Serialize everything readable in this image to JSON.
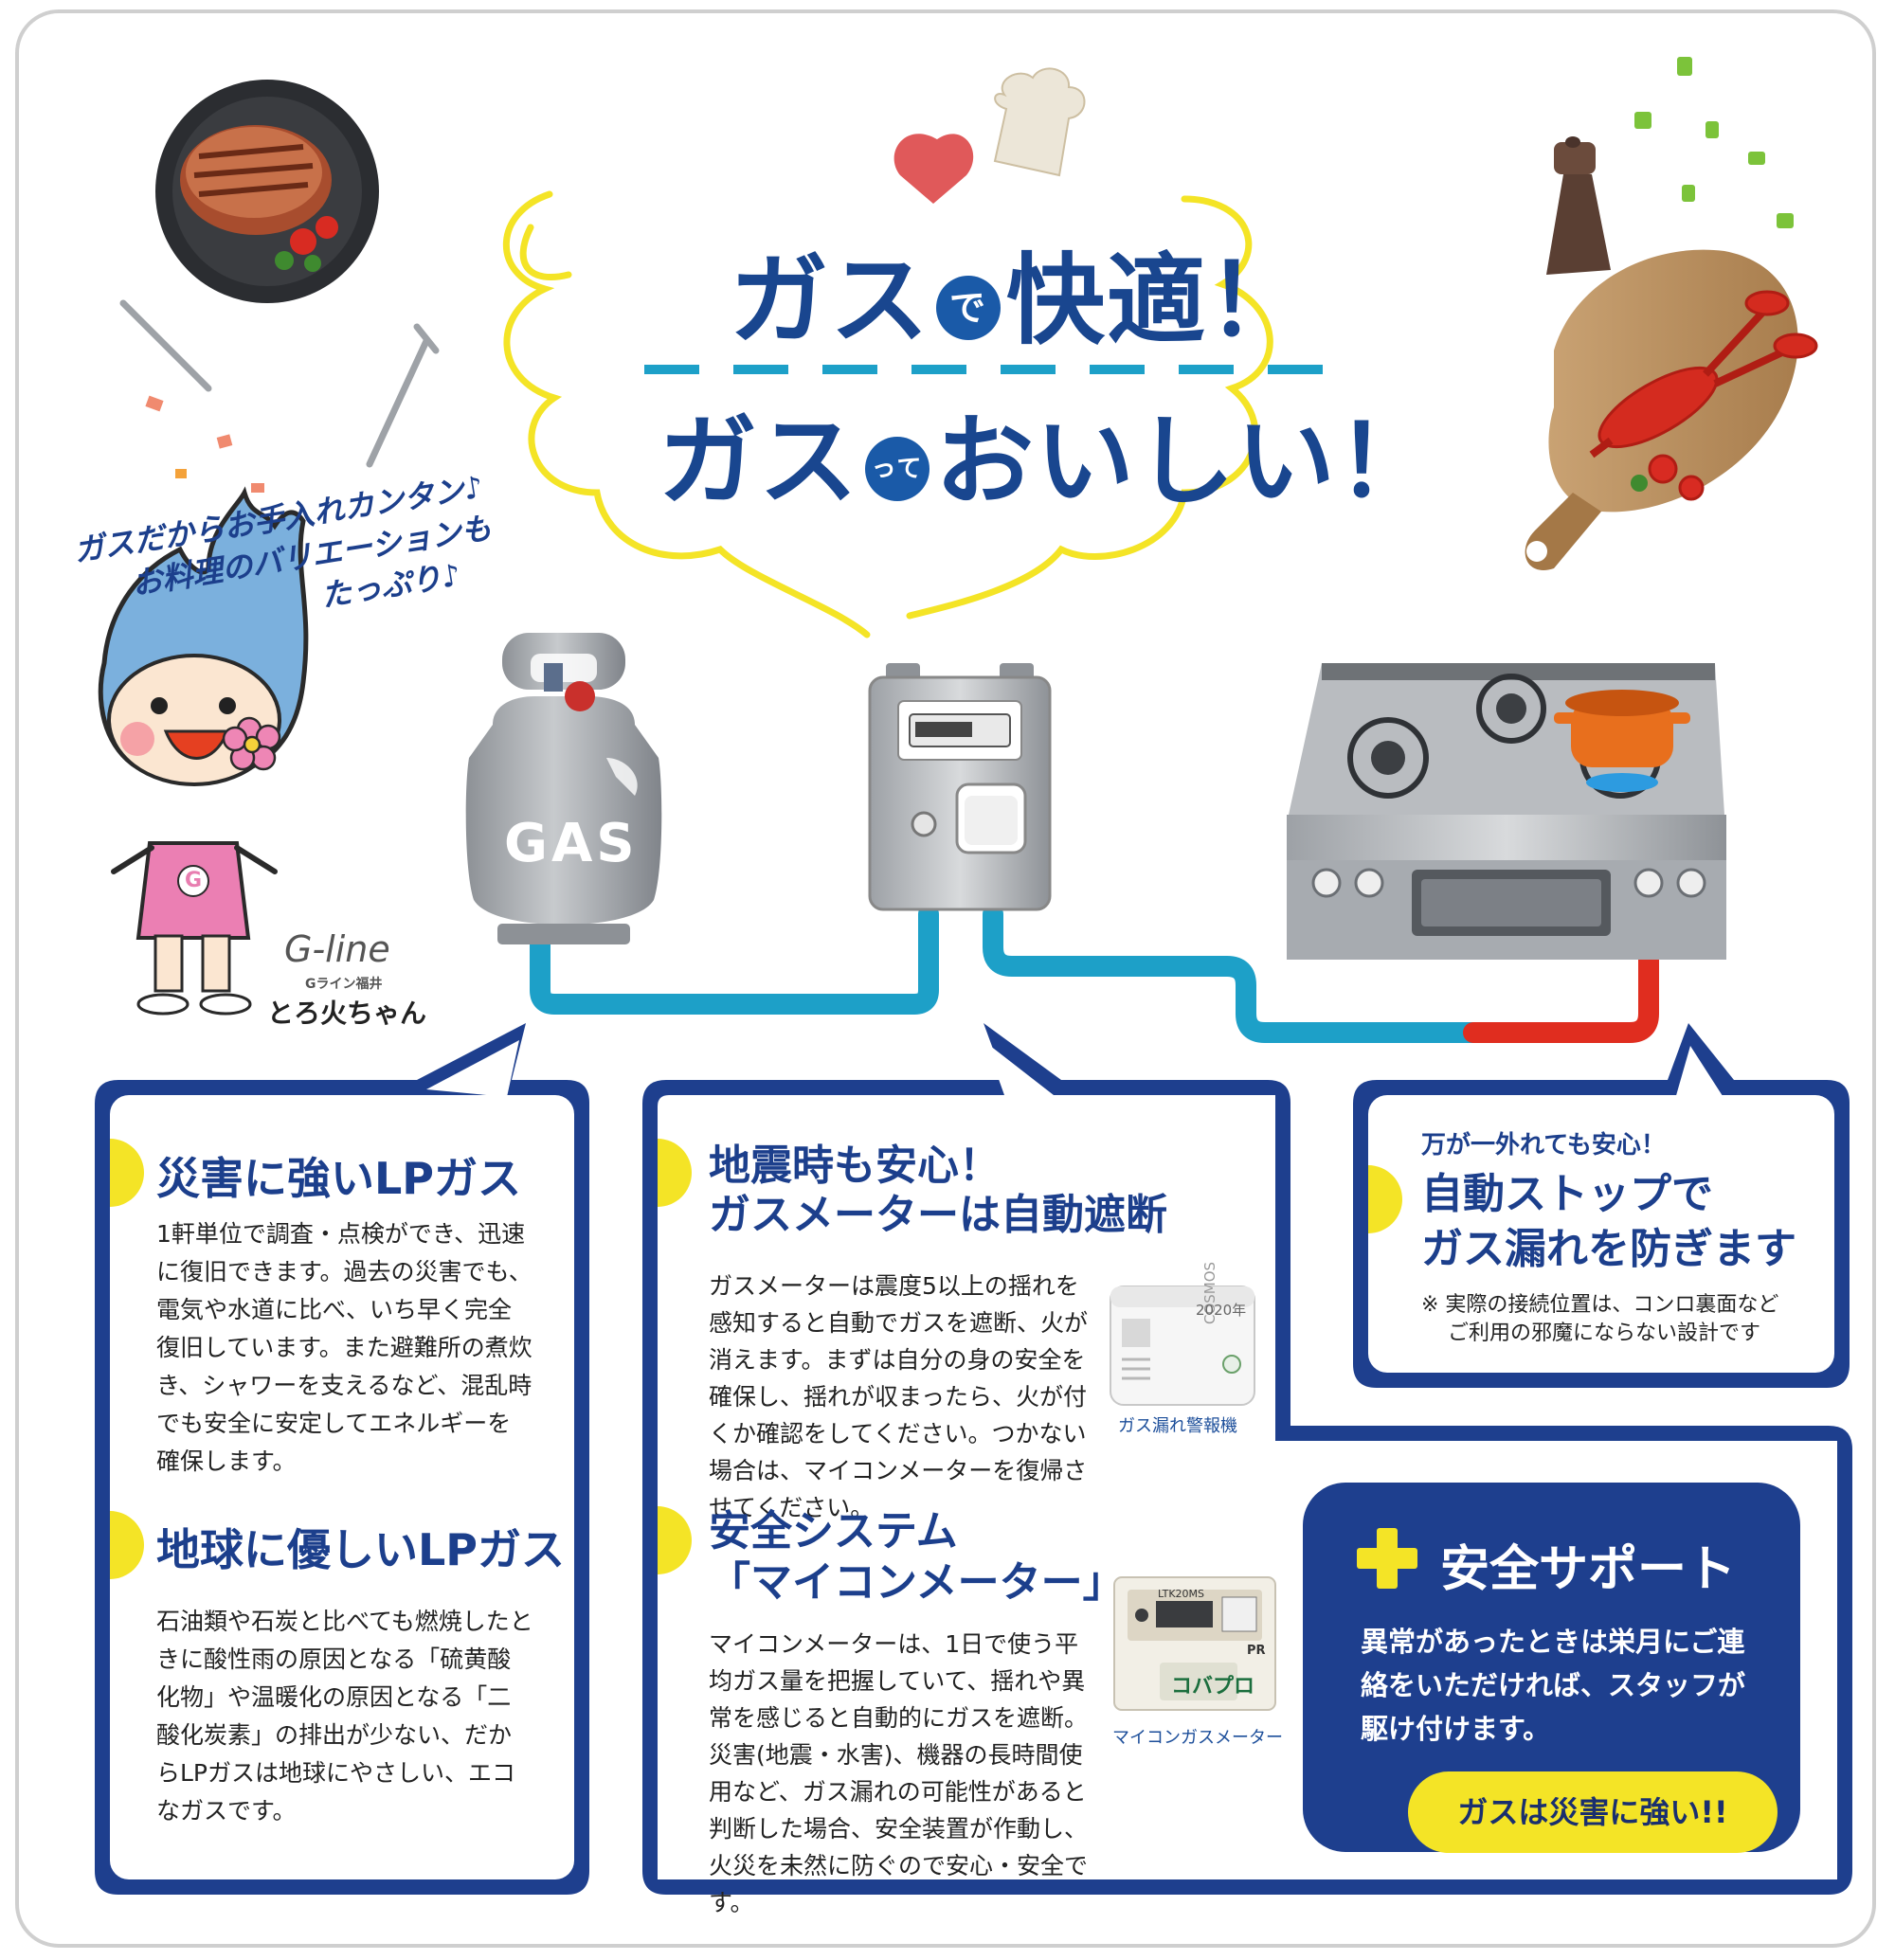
{
  "headline": {
    "line1_a": "ガス",
    "line1_circle": "で",
    "line1_b": "快適！",
    "line2_a": "ガス",
    "line2_circle": "って",
    "line2_b": "おいしい！"
  },
  "mascot": {
    "speech_line1": "ガスだからお手入れカンタン♪",
    "speech_line2": "お料理のバリエーションも",
    "speech_line3": "たっぷり♪",
    "brand": "G-line",
    "brand_sub": "Gライン福井",
    "name": "とろ火ちゃん",
    "shirt_letter": "G"
  },
  "cylinder_label": "GAS",
  "left_panel": {
    "heading1": "災害に強いLPガス",
    "body1": "1軒単位で調査・点検ができ、迅速に復旧できます。過去の災害でも、電気や水道に比べ、いち早く完全復旧しています。また避難所の煮炊き、シャワーを支えるなど、混乱時でも安全に安定してエネルギーを確保します。",
    "heading2": "地球に優しいLPガス",
    "body2": "石油類や石炭と比べても燃焼したときに酸性雨の原因となる「硫黄酸化物」や温暖化の原因となる「二酸化炭素」の排出が少ない、だからLPガスは地球にやさしい、エコなガスです。"
  },
  "middle_panel": {
    "heading1_line1": "地震時も安心！",
    "heading1_line2": "ガスメーターは自動遮断",
    "body1": "ガスメーターは震度5以上の揺れを感知すると自動でガスを遮断、火が消えます。まずは自分の身の安全を確保し、揺れが収まったら、火が付くか確認をしてください。つかない場合は、マイコンメーターを復帰させてください。",
    "caption1": "ガス漏れ警報機",
    "alarm_text": "COSMOS",
    "alarm_year": "2020年",
    "heading2_line1": "安全システム",
    "heading2_line2": "「マイコンメーター」",
    "body2": "マイコンメーターは、1日で使う平均ガス量を把握していて、揺れや異常を感じると自動的にガスを遮断。災害(地震・水害)、機器の長時間使用など、ガス漏れの可能性があると判断した場合、安全装置が作動し、火災を未然に防ぐので安心・安全です。",
    "caption2": "マイコンガスメーター",
    "meter_brand": "コバプロ",
    "meter_code": "LTK20MS",
    "meter_mark": "PR"
  },
  "right_panel": {
    "kicker": "万が一外れても安心！",
    "heading_line1": "自動ストップで",
    "heading_line2": "ガス漏れを防ぎます",
    "note_line1": "※ 実際の接続位置は、コンロ裏面など",
    "note_line2": "ご利用の邪魔にならない設計です"
  },
  "support": {
    "title": "安全サポート",
    "text": "異常があったときは栄月にご連絡をいただければ、スタッフが駆け付けます。",
    "pill": "ガスは災害に強い!!"
  },
  "colors": {
    "navy": "#1c3f8c",
    "yellow": "#f4e426",
    "pipe_blue": "#1da0c8",
    "pipe_red": "#e02d1f"
  }
}
